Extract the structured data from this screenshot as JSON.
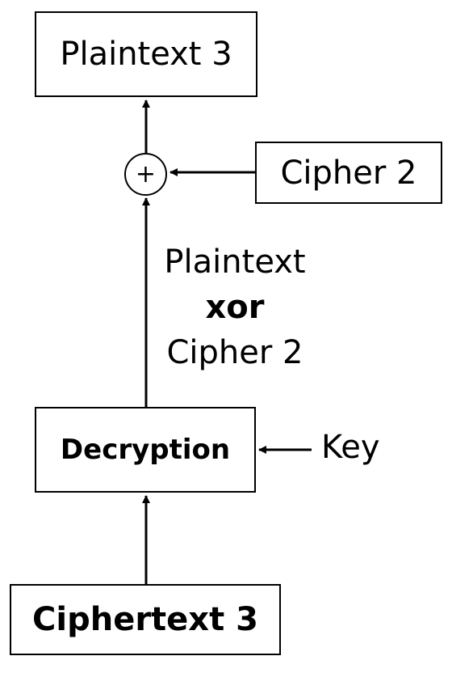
{
  "diagram": {
    "plaintext_box": "Plaintext 3",
    "xor_symbol": "+",
    "cipher_box": "Cipher 2",
    "intermediate": {
      "line1": "Plaintext",
      "line2": "xor",
      "line3": "Cipher 2"
    },
    "decryption_box": "Decryption",
    "key_label": "Key",
    "ciphertext_box": "Ciphertext 3"
  },
  "colors": {
    "stroke": "#000000",
    "background": "#ffffff"
  }
}
